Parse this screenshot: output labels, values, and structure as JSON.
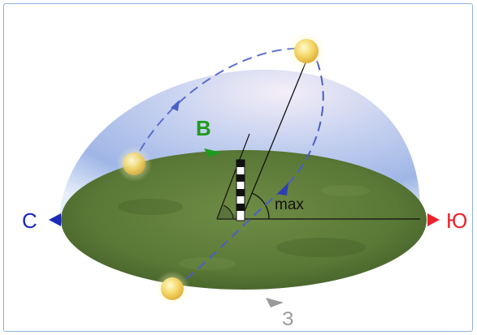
{
  "diagram": {
    "directions": {
      "north": "С",
      "south": "Ю",
      "east": "В",
      "west": "З"
    },
    "angle_label": "max",
    "colors": {
      "north": "#1a2bb8",
      "south": "#e8232c",
      "east": "#1f9a1f",
      "west": "#9a9a9a",
      "sun_path": "#4a5fc4",
      "ground": "#5f7d3c",
      "dome": "#a9bde8"
    }
  }
}
